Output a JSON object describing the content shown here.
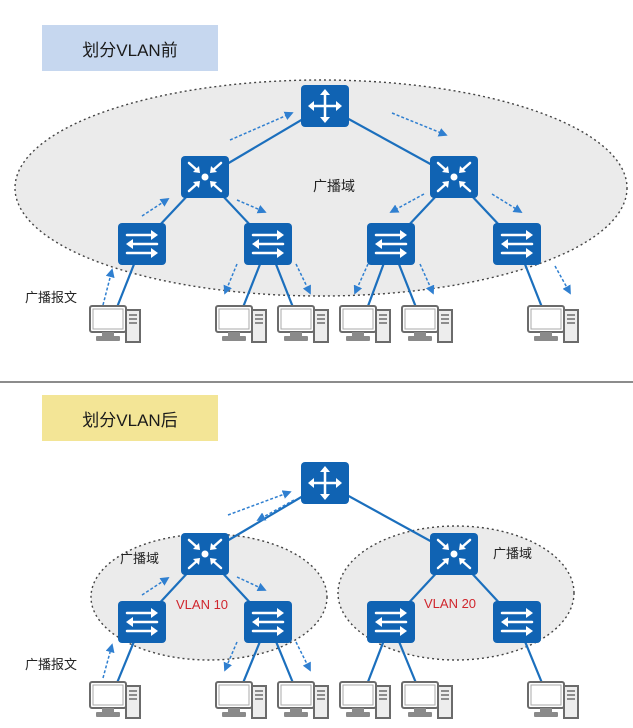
{
  "panels": {
    "before": {
      "title": "划分VLAN前",
      "broadcast_domain": "广播域",
      "broadcast_message": "广播报文",
      "colors": {
        "title_bg": "#c6d7ef"
      }
    },
    "after": {
      "title": "划分VLAN后",
      "broadcast_domain_left": "广播域",
      "broadcast_domain_right": "广播域",
      "vlan_left": "VLAN 10",
      "vlan_right": "VLAN 20",
      "broadcast_message": "广播报文",
      "colors": {
        "title_bg": "#f3e596",
        "vlan_text": "#d0262d"
      }
    }
  },
  "colors": {
    "device": "#1063b3",
    "link": "#1b6fbd",
    "domain_fill": "#ebebeb",
    "separator": "#666666"
  },
  "icons": [
    "router-icon",
    "core-switch-icon",
    "access-switch-icon",
    "pc-icon"
  ]
}
